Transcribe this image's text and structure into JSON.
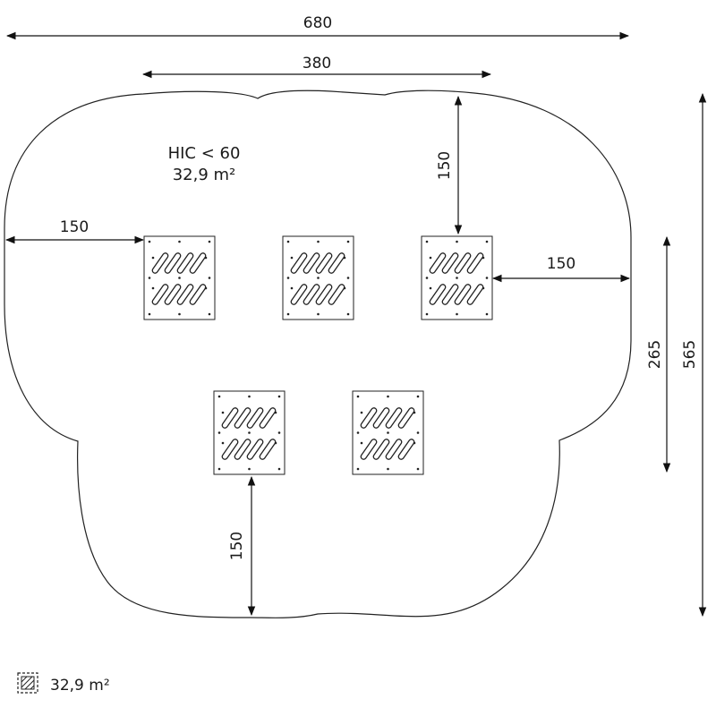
{
  "dimensions": {
    "total_width": "680",
    "inner_width": "380",
    "left_offset": "150",
    "right_offset": "150",
    "top_offset": "150",
    "bottom_offset": "150",
    "inner_height": "265",
    "total_height": "565"
  },
  "area_label": {
    "hic": "HIC < 60",
    "area": "32,9 m²"
  },
  "legend": {
    "area": "32,9 m²"
  },
  "plates_count": 5
}
